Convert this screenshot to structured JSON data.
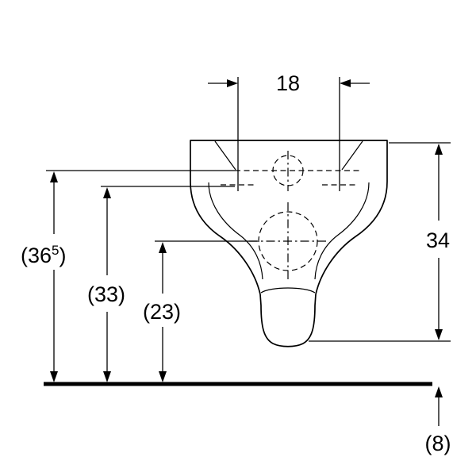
{
  "drawing": {
    "dim_top_width": "18",
    "dim_left_outer": {
      "open": "(36",
      "sup": "5",
      "close": ")"
    },
    "dim_left_mid": "(33)",
    "dim_left_inner": "(23)",
    "dim_right_height": "34",
    "dim_floor": "(8)"
  },
  "colors": {
    "line": "#000000",
    "text": "#000000",
    "background": "#ffffff"
  }
}
